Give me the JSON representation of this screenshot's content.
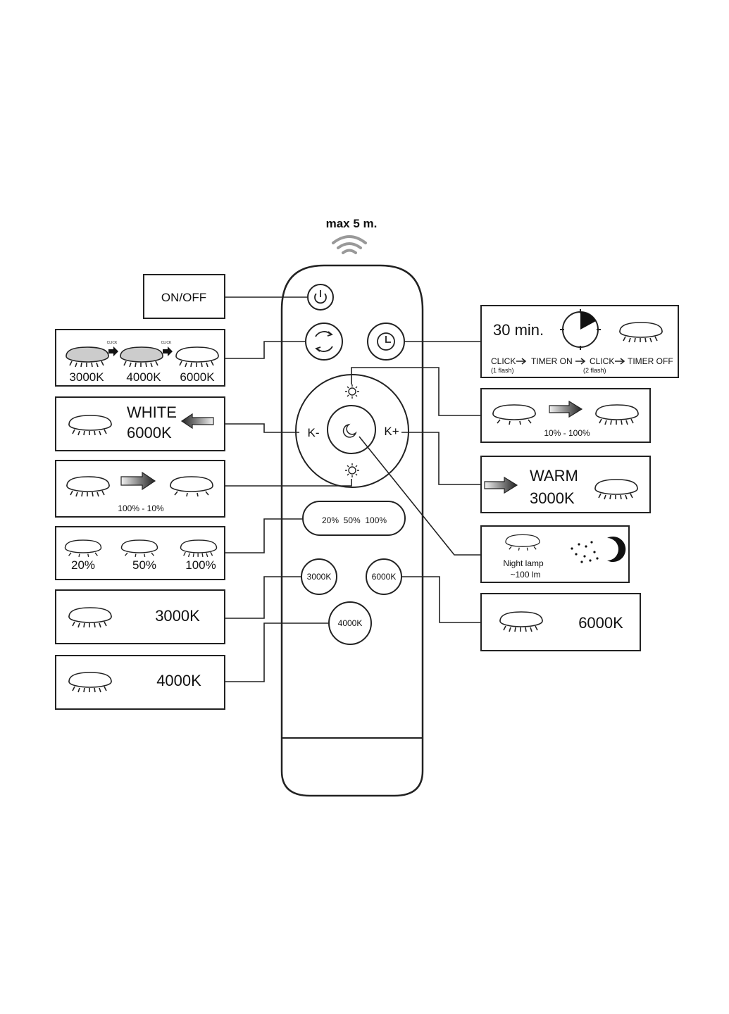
{
  "range": {
    "label": "max 5 m.",
    "icon": "wireless-signal-icon"
  },
  "remote": {
    "buttons": {
      "cycle_icon": "cycle-icon",
      "timer_icon": "clock-icon",
      "kminus": "K-",
      "kplus": "K+",
      "night_icon": "moon-icon",
      "bright_up_icon": "sun-icon",
      "bright_down_icon": "sun-icon",
      "pct": "20%  50%  100%",
      "k3000": "3000K",
      "k4000": "4000K",
      "k6000": "6000K"
    }
  },
  "panels": {
    "onoff": {
      "label": "ON/OFF"
    },
    "cycle": {
      "t1": "3000K",
      "t2": "4000K",
      "t3": "6000K",
      "click": "CLICK"
    },
    "white": {
      "line1": "WHITE",
      "line2": "6000K"
    },
    "dim": {
      "range": "100% - 10%"
    },
    "pct": {
      "p1": "20%",
      "p2": "50%",
      "p3": "100%"
    },
    "k3000": {
      "label": "3000K"
    },
    "k4000": {
      "label": "4000K"
    },
    "timer": {
      "minutes": "30 min.",
      "click1": "CLICK",
      "flash1": "(1 flash)",
      "timer_on": "TIMER ON",
      "click2": "CLICK",
      "flash2": "(2 flash)",
      "timer_off": "TIMER OFF"
    },
    "brighten": {
      "range": "10% - 100%"
    },
    "warm": {
      "line1": "WARM",
      "line2": "3000K"
    },
    "night": {
      "line1": "Night lamp",
      "line2": "~100 lm"
    },
    "k6000": {
      "label": "6000K"
    }
  }
}
